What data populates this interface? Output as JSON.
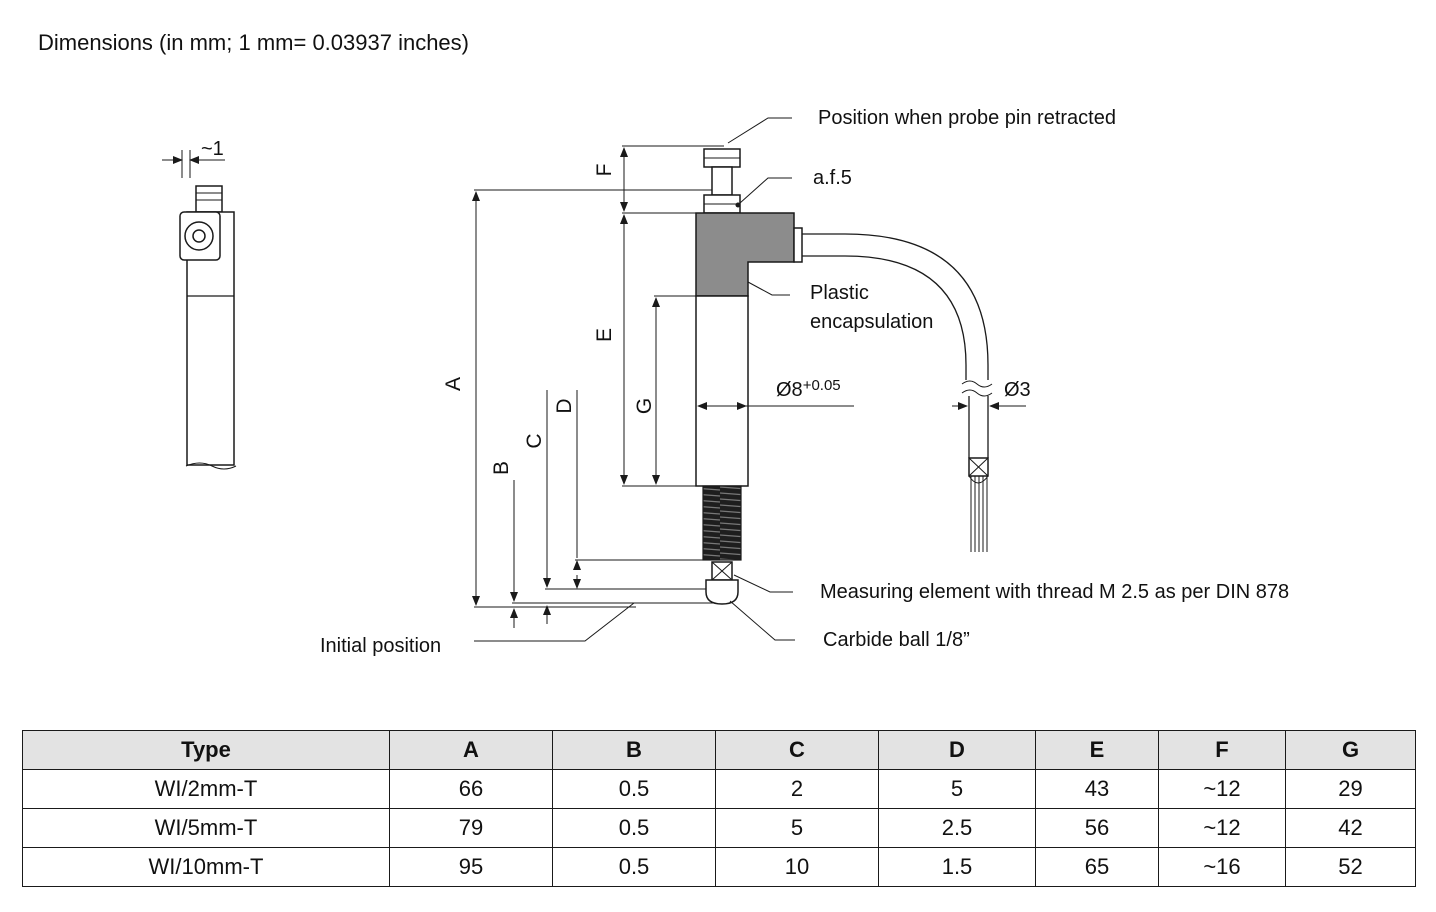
{
  "title": "Dimensions (in mm; 1 mm= 0.03937 inches)",
  "drawing": {
    "side_view_gap": "~1",
    "dim_letters": {
      "A": "A",
      "B": "B",
      "C": "C",
      "D": "D",
      "E": "E",
      "F": "F",
      "G": "G"
    },
    "body_diameter_label": "Ø8",
    "body_diameter_tolerance": "+0.05",
    "cable_diameter_label": "Ø3",
    "callouts": {
      "retracted": "Position when probe pin retracted",
      "af": "a.f.5",
      "plastic_line1": "Plastic",
      "plastic_line2": "encapsulation",
      "measuring": "Measuring element with thread M 2.5 as per DIN 878",
      "carbide": "Carbide ball 1/8”",
      "initial": "Initial position"
    },
    "colors": {
      "encapsulation": "#8c8c8c",
      "thread": "#1e1e1e",
      "line": "#1a1a1a"
    }
  },
  "table": {
    "headers": [
      "Type",
      "A",
      "B",
      "C",
      "D",
      "E",
      "F",
      "G"
    ],
    "rows": [
      [
        "WI/2mm-T",
        "66",
        "0.5",
        "2",
        "5",
        "43",
        "~12",
        "29"
      ],
      [
        "WI/5mm-T",
        "79",
        "0.5",
        "5",
        "2.5",
        "56",
        "~12",
        "42"
      ],
      [
        "WI/10mm-T",
        "95",
        "0.5",
        "10",
        "1.5",
        "65",
        "~16",
        "52"
      ]
    ]
  }
}
